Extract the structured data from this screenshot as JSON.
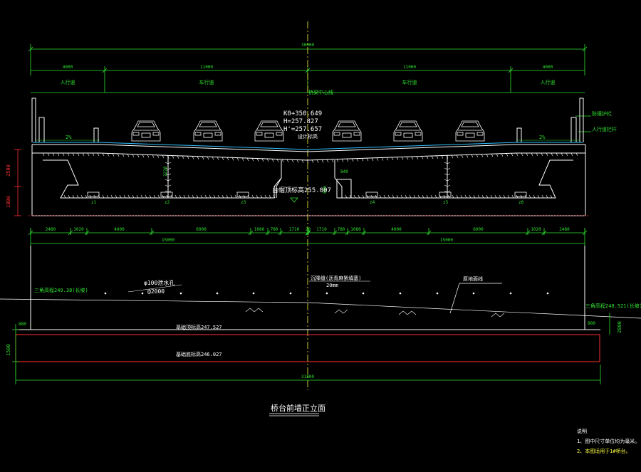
{
  "dimensions": {
    "overall_top": "30000",
    "sidewalk_left": "4000",
    "carriageway_left": "11000",
    "carriageway_right": "11000",
    "sidewalk_right": "4000",
    "half_left": "15000",
    "half_right": "15000",
    "foundation_width": "31800",
    "girder_height": "2500",
    "pier_height": "1000",
    "inner_height": "2228",
    "cap_width": "840",
    "cap_height": "880",
    "step_left": "880",
    "step_right": "880",
    "foundation_depth": "1500",
    "right_depth": "2800",
    "bottom_row": [
      "2480",
      "1020",
      "4000",
      "6000",
      "1080",
      "780",
      "1710",
      "20",
      "1710",
      "780",
      "1080",
      "4000",
      "6000",
      "1020",
      "2480"
    ]
  },
  "labels": {
    "sidewalk": "人行道",
    "carriageway": "车行道",
    "bridge_centerline": "桥梁中心线",
    "station": "K0+350.649",
    "h_elev": "H=257.827",
    "h_prime": "H'=257.657",
    "design_elev_point": "设计标高",
    "bearing_top_elev": "台帽顶标高255.007",
    "guardrail": "防撞护栏",
    "sidewalk_rail": "人行道栏杆",
    "cross_slope_left": "2%",
    "cross_slope_right": "2%",
    "bearing_labels": [
      "z1",
      "z2",
      "z3",
      "z4",
      "z5",
      "z6"
    ],
    "pile_note_1": "φ100泄水孔",
    "pile_note_2": "@2000",
    "settlement_joint_1": "沉降缝(沥青麻絮填塞)",
    "settlement_joint_2": "20mm",
    "natural_ground": "原地面线",
    "left_ground_elev": "三角高程249.38(长坡)",
    "right_ground_elev": "三角高程248.521(长坡)",
    "foundation_top_elev": "基础顶标高247.527",
    "foundation_bottom_elev": "基础底标高246.027",
    "title": "桥台前墙正立面"
  },
  "notes": {
    "heading": "说明",
    "line1": "1、图中尺寸单位均为毫米。",
    "line2": "2、本图适用于1#桥台。"
  },
  "colors": {
    "background": "#000000",
    "dimension": "#30e030",
    "structure": "#ffffff",
    "edge": "#ff3030",
    "centerline": "#ffff40",
    "deck": "#30c0ff"
  }
}
